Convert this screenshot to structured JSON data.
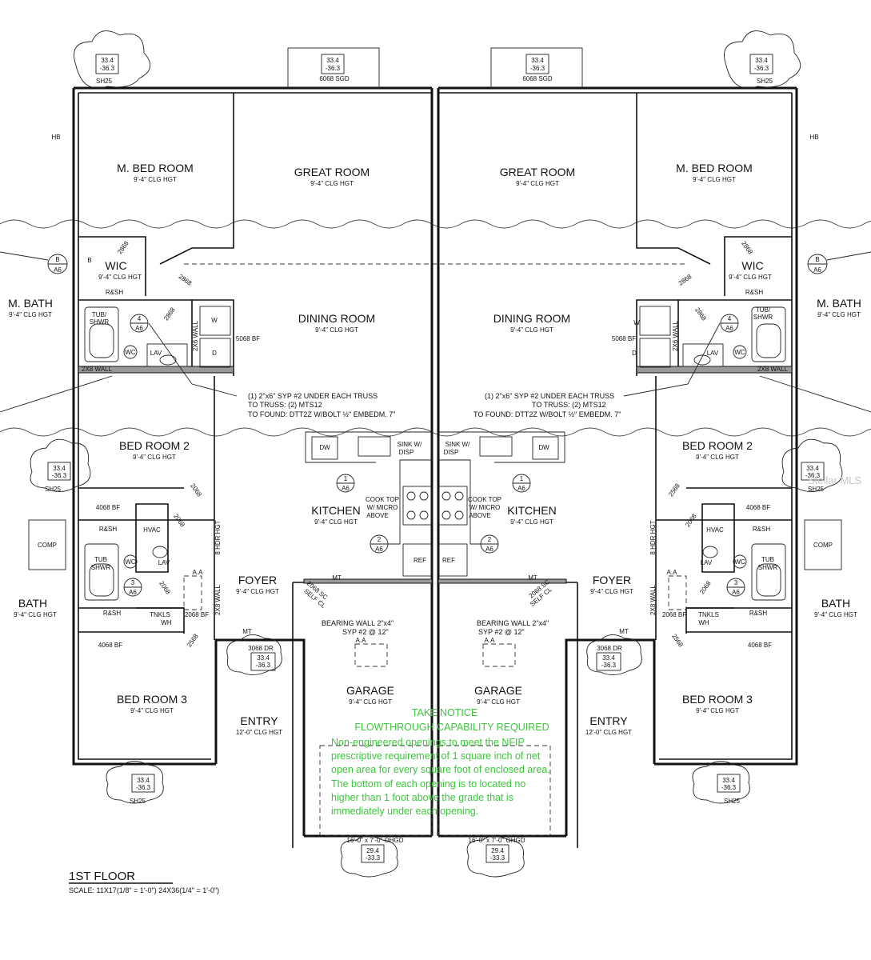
{
  "drawing": {
    "title": "1ST FLOOR",
    "scale": "SCALE:  11X17(1/8\" = 1'-0\")  24X36(1/4\" = 1'-0\")",
    "watermark": "Stellar MLS"
  },
  "notice": {
    "title": "TAKE NOTICE",
    "subtitle": "FLOWTHROUGH CAPABILITY REQUIRED",
    "lines": [
      "Non-engineered openings to meet the NFIP",
      "prescriptive requirement of 1 square inch of net",
      "open area for every square foot of enclosed area.",
      "The bottom of each opening is to located no",
      "higher than 1 foot above the grade that is",
      "immediately under each opening."
    ],
    "color": "#3cc63c"
  },
  "rooms": {
    "master_bed": "M. BED ROOM",
    "great_room": "GREAT ROOM",
    "dining_room": "DINING ROOM",
    "master_bath": "M. BATH",
    "wic": "WIC",
    "bed2": "BED ROOM 2",
    "bed3": "BED ROOM 3",
    "bath": "BATH",
    "kitchen": "KITCHEN",
    "foyer": "FOYER",
    "garage": "GARAGE",
    "entry": "ENTRY"
  },
  "heights": {
    "std": "9'-4\" CLG HGT",
    "entry": "12'-0\" CLG HGT"
  },
  "labels": {
    "tub_shwr1": "TUB/",
    "tub_shwr2": "SHWR",
    "tub": "TUB",
    "shwr": "SHWR",
    "wc": "WC",
    "lav": "LAV",
    "w": "W",
    "d": "D",
    "rsh": "R&SH",
    "b_rsh": "B",
    "wall_2x8": "2X8 WALL",
    "wall_2x6": "2X6 WALL",
    "hdr": "8 HDR HGT",
    "bf5068": "5068  BF",
    "bf4068": "4068  BF",
    "bf2068": "2068  BF",
    "d2868": "2868",
    "d2068": "2068",
    "d2568": "2568",
    "dw": "DW",
    "sink1": "SINK W/",
    "sink2": "DISP",
    "cook1": "COOK TOP",
    "cook2": "W/ MICRO",
    "cook3": "ABOVE",
    "ref": "REF",
    "hvac": "HVAC",
    "tnkls": "TNKLS",
    "wh": "WH",
    "mt": "MT",
    "aa": "A.A",
    "dr3068": "3068  DR",
    "sgd": "6068 SGD",
    "sh25": "SH25",
    "hb": "HB",
    "comp": "COMP",
    "ohgd": "16'-0\" x 7'-0\" OHGD",
    "selfcl1": "2068 SC",
    "selfcl2": "SELF CL",
    "bearing1": "BEARING  WALL  2\"x4\"",
    "bearing2": "SYP  #2  @  12\"",
    "truss1": "(1)  2\"x6\"  SYP  #2  UNDER  EACH  TRUSS",
    "truss2": "TO  TRUSS:  (2)  MTS12",
    "truss3": "TO  FOUND:  DTT2Z  W/BOLT  ½\"  EMBEDM.  7\"",
    "sec_b": "B",
    "sec_1": "1",
    "sec_2": "2",
    "sec_3": "3",
    "sec_4": "4",
    "sec_a6": "A6"
  },
  "elevations": {
    "top1": "33.4",
    "top2": "-36.3",
    "gar1": "29.4",
    "gar2": "-33.3"
  }
}
